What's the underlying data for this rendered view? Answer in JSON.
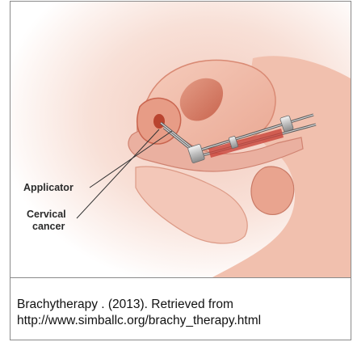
{
  "figure": {
    "labels": {
      "applicator": "Applicator",
      "cervical_line1": "Cervical",
      "cervical_line2": "cancer"
    }
  },
  "caption": {
    "line1": "Brachytherapy . (2013). Retrieved from",
    "line2": "http://www.simballc.org/brachy_therapy.html"
  },
  "colors": {
    "frame_border": "#8a8a8a",
    "tissue_pink": "#f2b8a6",
    "tissue_deep": "#d9826e",
    "background_glow": "#f7dcd1",
    "applicator_metal": "#c8c8c8"
  }
}
